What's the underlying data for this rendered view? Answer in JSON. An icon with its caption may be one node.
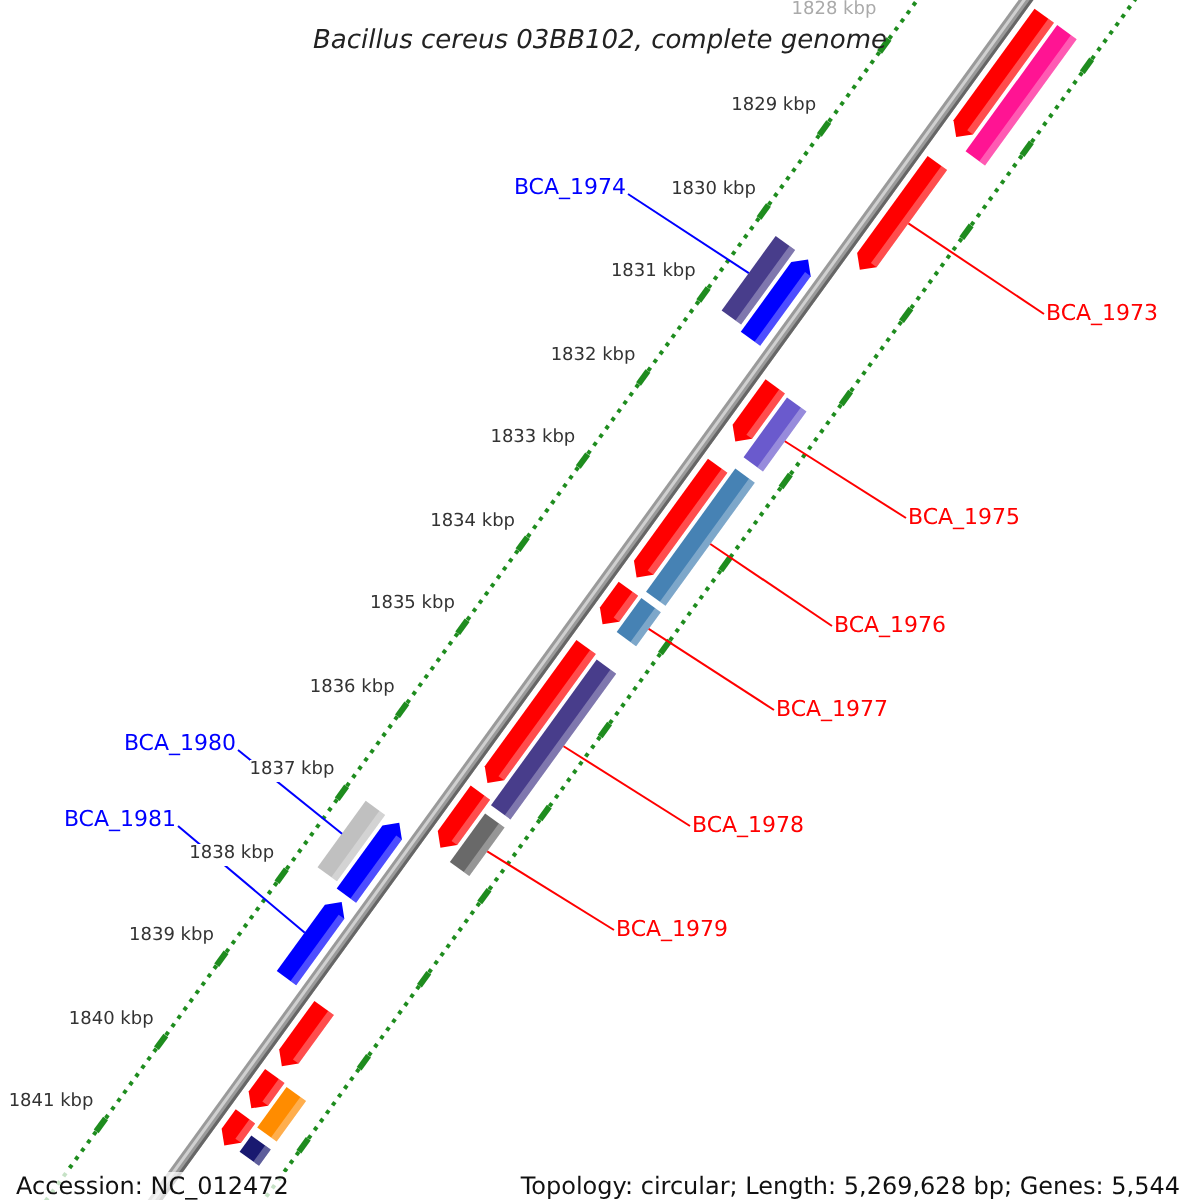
{
  "diagram": {
    "title": "Bacillus cereus 03BB102, complete genome",
    "nodes": [
      {
        "text": [
          "BCA_1973"
        ]
      },
      {
        "text": [
          "BCA_1974"
        ]
      },
      {
        "text": [
          "BCA_1975"
        ]
      },
      {
        "text": [
          "BCA_1976"
        ]
      },
      {
        "text": [
          "BCA_1977"
        ]
      },
      {
        "text": [
          "BCA_1978"
        ]
      },
      {
        "text": [
          "BCA_1979"
        ]
      },
      {
        "text": [
          "BCA_1980"
        ]
      },
      {
        "text": [
          "BCA_1981"
        ]
      },
      {
        "text": [],
        "shape": "arrow"
      },
      {
        "text": [],
        "shape": "bar"
      },
      {
        "text": [],
        "shape": "arrow"
      },
      {
        "text": [],
        "shape": "bar"
      },
      {
        "text": [],
        "shape": "arrow"
      },
      {
        "text": [],
        "shape": "arrow"
      },
      {
        "text": [],
        "shape": "bar"
      },
      {
        "text": [],
        "shape": "arrow"
      },
      {
        "text": [],
        "shape": "bar"
      },
      {
        "text": [],
        "shape": "bar"
      },
      {
        "text": [],
        "shape": "arrow"
      },
      {
        "text": [],
        "shape": "arrow"
      },
      {
        "text": [],
        "shape": "bar"
      },
      {
        "text": [],
        "shape": "arrow"
      },
      {
        "text": [],
        "shape": "bar"
      },
      {
        "text": [],
        "shape": "arrow"
      },
      {
        "text": [],
        "shape": "bar"
      },
      {
        "text": [],
        "shape": "arrow"
      },
      {
        "text": [],
        "shape": "arrow"
      },
      {
        "text": [],
        "shape": "arrow"
      },
      {
        "text": [],
        "shape": "bar"
      },
      {
        "text": [],
        "shape": "arrow"
      },
      {
        "text": [],
        "shape": "bar"
      }
    ],
    "edges": [
      {
        "from": 0,
        "to": 11,
        "arrow": "none"
      },
      {
        "from": 1,
        "to": 12,
        "arrow": "none",
        "color": "#0000ff"
      },
      {
        "from": 2,
        "to": 15,
        "arrow": "none"
      },
      {
        "from": 3,
        "to": 17,
        "arrow": "none"
      },
      {
        "from": 4,
        "to": 18,
        "arrow": "none"
      },
      {
        "from": 5,
        "to": 21,
        "arrow": "none"
      },
      {
        "from": 6,
        "to": 23,
        "arrow": "none"
      },
      {
        "from": 7,
        "to": 25,
        "arrow": "none",
        "color": "#0000ff"
      },
      {
        "from": 8,
        "to": 26,
        "arrow": "none",
        "color": "#0000ff"
      }
    ],
    "labels": [
      "1828 kbp",
      "1829 kbp",
      "1830 kbp",
      "1831 kbp",
      "1832 kbp",
      "1833 kbp",
      "1834 kbp",
      "1835 kbp",
      "1836 kbp",
      "1837 kbp",
      "1838 kbp",
      "1839 kbp",
      "1840 kbp",
      "1841 kbp",
      "Accession: NC_012472",
      "Topology: circular; Length: 5,269,628 bp; Genes: 5,544"
    ]
  }
}
